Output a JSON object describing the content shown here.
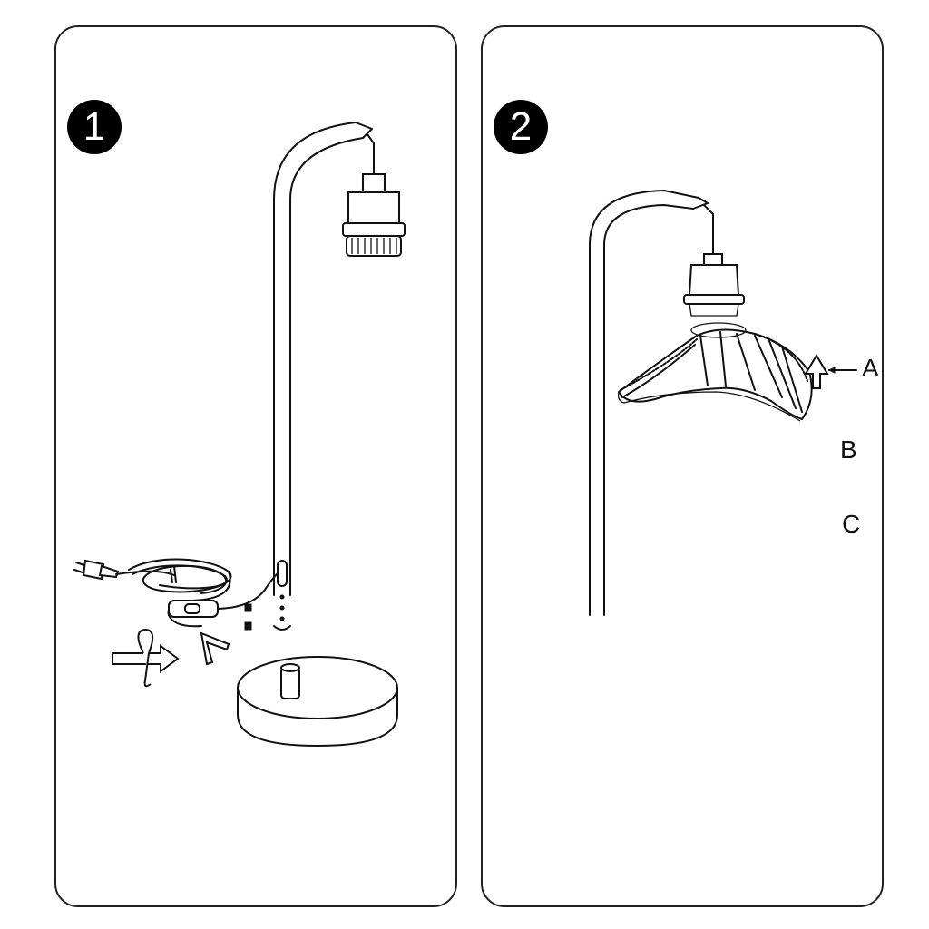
{
  "steps": [
    {
      "number": "1"
    },
    {
      "number": "2"
    }
  ],
  "callouts": {
    "a": "A",
    "b": "B",
    "c": "C"
  },
  "colors": {
    "line": "#111111",
    "badge": "#000000",
    "background": "#ffffff"
  },
  "icons": [
    "rotate-arrow-icon",
    "up-arrow-icon",
    "screw-clockwise-icon",
    "allen-key-icon",
    "plug-icon"
  ]
}
